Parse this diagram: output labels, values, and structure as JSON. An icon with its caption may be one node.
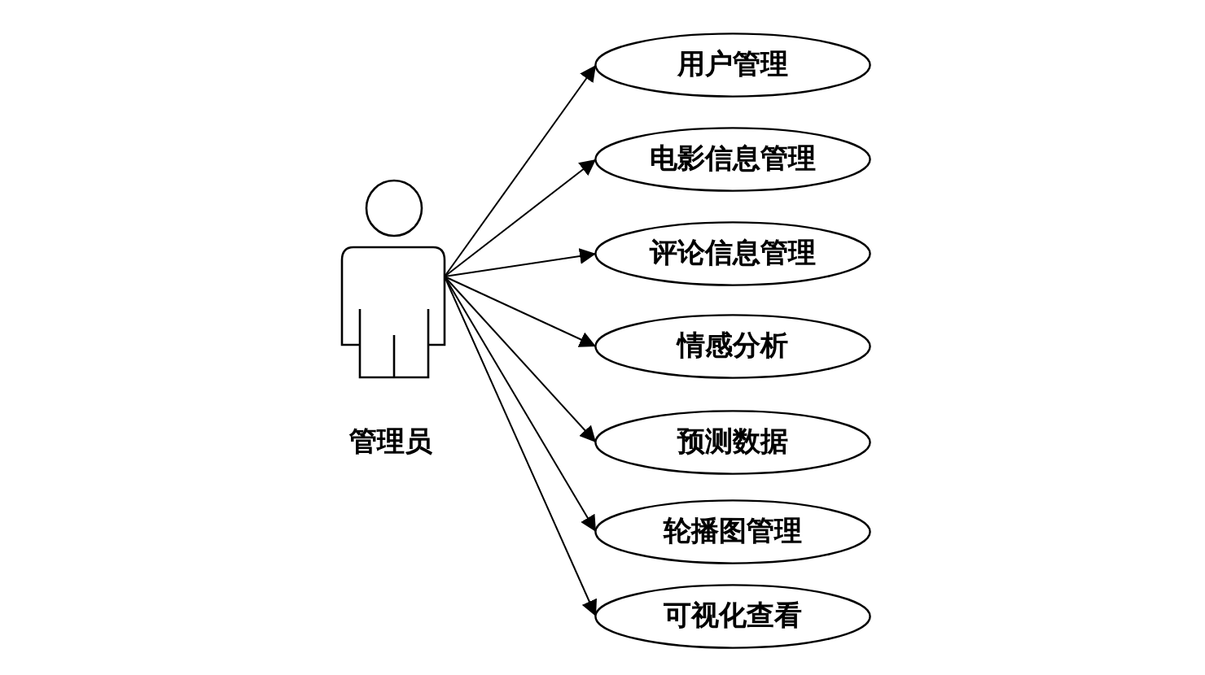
{
  "diagram": {
    "nodes": [
      {
        "text": [
          "管理员"
        ]
      },
      {
        "text": [
          "用户管理"
        ]
      },
      {
        "text": [
          "电影信息管理"
        ]
      },
      {
        "text": [
          "评论信息管理"
        ]
      },
      {
        "text": [
          "情感分析"
        ]
      },
      {
        "text": [
          "预测数据"
        ]
      },
      {
        "text": [
          "轮播图管理"
        ]
      },
      {
        "text": [
          "可视化查看"
        ]
      }
    ],
    "edges": [
      {
        "from": 0,
        "to": 1,
        "arrow": "to"
      },
      {
        "from": 0,
        "to": 2,
        "arrow": "to"
      },
      {
        "from": 0,
        "to": 3,
        "arrow": "to"
      },
      {
        "from": 0,
        "to": 4,
        "arrow": "to"
      },
      {
        "from": 0,
        "to": 5,
        "arrow": "to"
      },
      {
        "from": 0,
        "to": 6,
        "arrow": "to"
      },
      {
        "from": 0,
        "to": 7,
        "arrow": "to"
      }
    ]
  }
}
